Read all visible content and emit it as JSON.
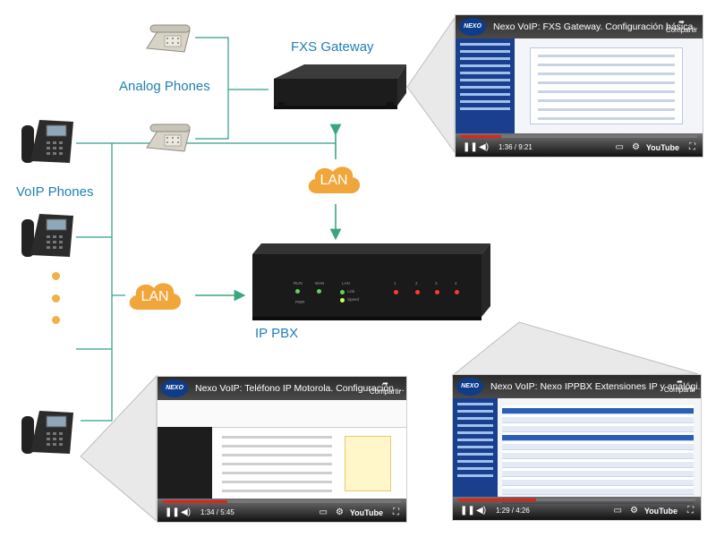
{
  "labels": {
    "analog_phones": "Analog Phones",
    "fxs_gateway": "FXS Gateway",
    "voip_phones": "VoIP Phones",
    "ip_pbx": "IP PBX",
    "lan_top": "LAN",
    "lan_left": "LAN"
  },
  "videos": {
    "gateway": {
      "logo": "NEXO",
      "title": "Nexo VoIP: FXS Gateway. Configuración básica.",
      "share": "Compartir",
      "time": "1:36 / 9:21",
      "brand": "YouTube",
      "progress": 0.17
    },
    "phone": {
      "logo": "NEXO",
      "title": "Nexo VoIP: Teléfono IP Motorola. Configuración ...",
      "share": "Compartir",
      "time": "1:34 / 5:45",
      "brand": "YouTube",
      "progress": 0.27
    },
    "pbx": {
      "logo": "NEXO",
      "title": "Nexo VoIP: Nexo IPPBX Extensiones IP y analógi...",
      "share": "Compartir",
      "time": "1:29 / 4:26",
      "brand": "YouTube",
      "progress": 0.33
    }
  },
  "pbx_leds": {
    "labels": [
      "RUN",
      "WAN",
      "LAN",
      "PWR",
      "Link",
      "Speed"
    ],
    "ports": [
      "1",
      "2",
      "3",
      "4"
    ]
  },
  "colors": {
    "label_blue": "#1f7fb4",
    "line_teal": "#2f9d8a",
    "cloud_orange": "#f0a63a",
    "arrow_green": "#3aa67c"
  },
  "icons": [
    "analog-phone-icon",
    "voip-phone-icon",
    "gateway-device",
    "pbx-device",
    "lan-cloud-icon",
    "play-icon",
    "volume-icon",
    "settings-icon",
    "fullscreen-icon"
  ]
}
